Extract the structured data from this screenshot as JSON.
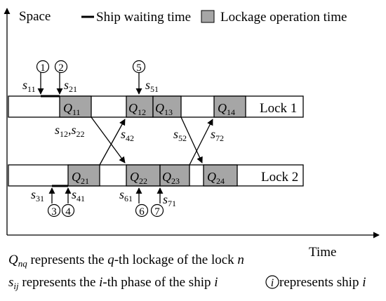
{
  "axes": {
    "y_label": "Space",
    "x_label": "Time"
  },
  "legend": {
    "waiting_label": "Ship waiting time",
    "lockage_label": "Lockage operation time",
    "lockage_color": "#a6a6a6"
  },
  "locks": [
    {
      "label": "Lock 1"
    },
    {
      "label": "Lock 2"
    }
  ],
  "lockages": [
    {
      "base": "Q",
      "sub": "11"
    },
    {
      "base": "Q",
      "sub": "12"
    },
    {
      "base": "Q",
      "sub": "13"
    },
    {
      "base": "Q",
      "sub": "14"
    },
    {
      "base": "Q",
      "sub": "21"
    },
    {
      "base": "Q",
      "sub": "22"
    },
    {
      "base": "Q",
      "sub": "23"
    },
    {
      "base": "Q",
      "sub": "24"
    }
  ],
  "phases": [
    {
      "base": "s",
      "sub": "11"
    },
    {
      "base": "s",
      "sub": "21"
    },
    {
      "base": "s",
      "sub": "51"
    },
    {
      "base": "s",
      "sub": "12"
    },
    {
      "sep": ",",
      "base": "s",
      "sub": "22"
    },
    {
      "base": "s",
      "sub": "42"
    },
    {
      "base": "s",
      "sub": "52"
    },
    {
      "base": "s",
      "sub": "72"
    },
    {
      "base": "s",
      "sub": "31"
    },
    {
      "base": "s",
      "sub": "41"
    },
    {
      "base": "s",
      "sub": "61"
    },
    {
      "base": "s",
      "sub": "71"
    }
  ],
  "ships": [
    "1",
    "2",
    "5",
    "3",
    "4",
    "6",
    "7"
  ],
  "notes": {
    "q_sym": "Q",
    "q_sub": "nq",
    "q_text": " represents the ",
    "q_var": "q",
    "q_text2": "-th lockage of the lock ",
    "q_var2": "n",
    "s_sym": "s",
    "s_sub": "ij",
    "s_text": " represents the ",
    "s_var": "i",
    "s_text2": "-th phase of the ship ",
    "s_var2": "i",
    "circle_sym": "i",
    "circle_text": " represents ship ",
    "circle_var": "i"
  }
}
